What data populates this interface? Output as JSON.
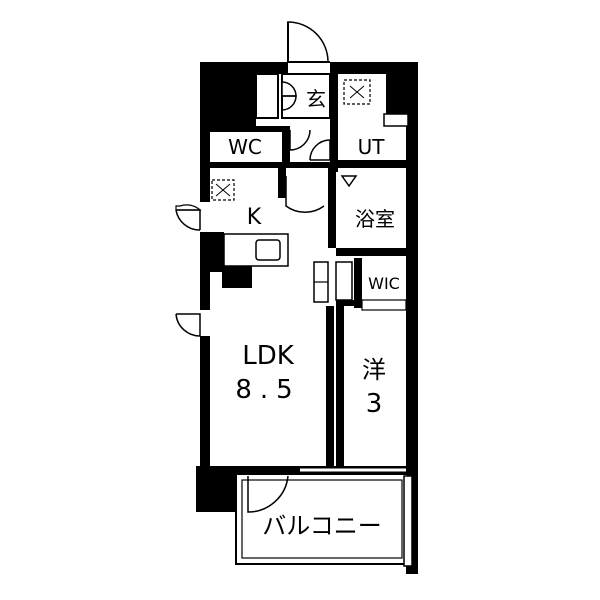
{
  "rooms": {
    "entrance": "玄",
    "wc": "WC",
    "ut": "UT",
    "kitchen": "K",
    "bath": "浴室",
    "wic": "WIC",
    "ldk_name": "LDK",
    "ldk_size": "8.5",
    "western_name": "洋",
    "western_size": "3",
    "balcony": "バルコニー"
  },
  "colors": {
    "wall": "#000000",
    "background": "#ffffff",
    "line": "#000000"
  }
}
